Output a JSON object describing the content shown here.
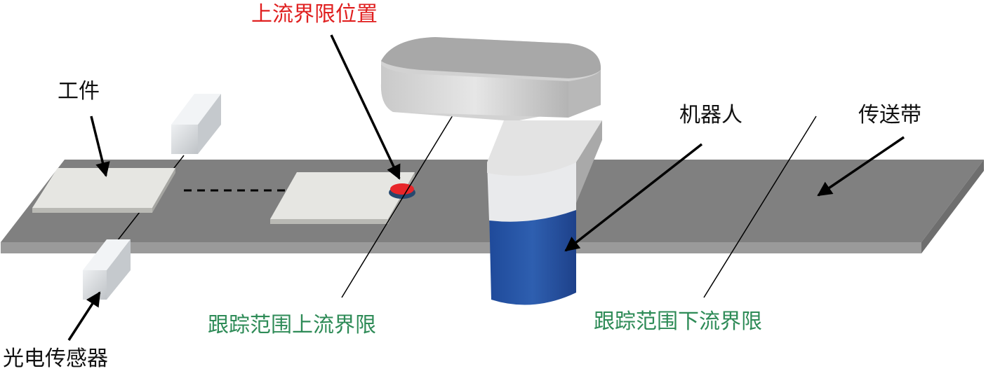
{
  "labels": {
    "workpiece": "工件",
    "upstream_limit_position": "上流界限位置",
    "robot": "机器人",
    "conveyor": "传送带",
    "photo_sensor": "光电传感器",
    "tracking_upstream_limit": "跟踪范围上流界限",
    "tracking_downstream_limit": "跟踪范围下流界限"
  },
  "colors": {
    "black_label": "#111111",
    "red_label": "#e01f1f",
    "green_label": "#2e8b57",
    "belt": "#808080",
    "robot_base": "#2a57a8",
    "marker": "#e8262a"
  }
}
